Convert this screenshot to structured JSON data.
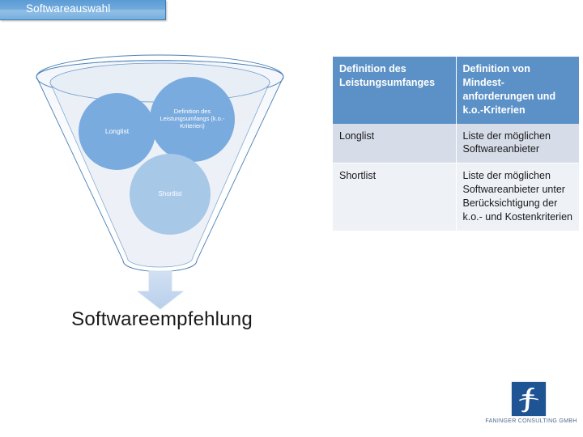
{
  "slide": {
    "title": "Softwareauswahl"
  },
  "funnel": {
    "circles": [
      {
        "id": "longlist",
        "label": "Longlist"
      },
      {
        "id": "definition",
        "label": "Definition des Leistungsumfangs (k.o.-Kriterien)"
      },
      {
        "id": "shortlist",
        "label": "Shortlist"
      }
    ],
    "arrow_icon": "down-arrow-icon",
    "caption": "Softwareempfehlung"
  },
  "table": {
    "headers": [
      "Definition des Leistungsumfanges",
      "Definition von Mindest-anforderungen und k.o.-Kriterien"
    ],
    "rows": [
      {
        "term": "Longlist",
        "description": "Liste der möglichen Softwareanbieter"
      },
      {
        "term": "Shortlist",
        "description": "Liste der möglichen Softwareanbieter unter Berücksichtigung der k.o.- und Kostenkriterien"
      }
    ]
  },
  "logo": {
    "mark_icon": "faninger-f-logo-icon",
    "caption": "FANINGER CONSULTING GMBH"
  },
  "colors": {
    "title_bar_blue": "#5b9bd5",
    "table_header_blue": "#5b91c6",
    "row_odd": "#d6dce8",
    "row_even": "#eef1f6",
    "circle_dark": "#7aabdf",
    "circle_light": "#a8c8e8",
    "logo_blue": "#1f5494"
  }
}
